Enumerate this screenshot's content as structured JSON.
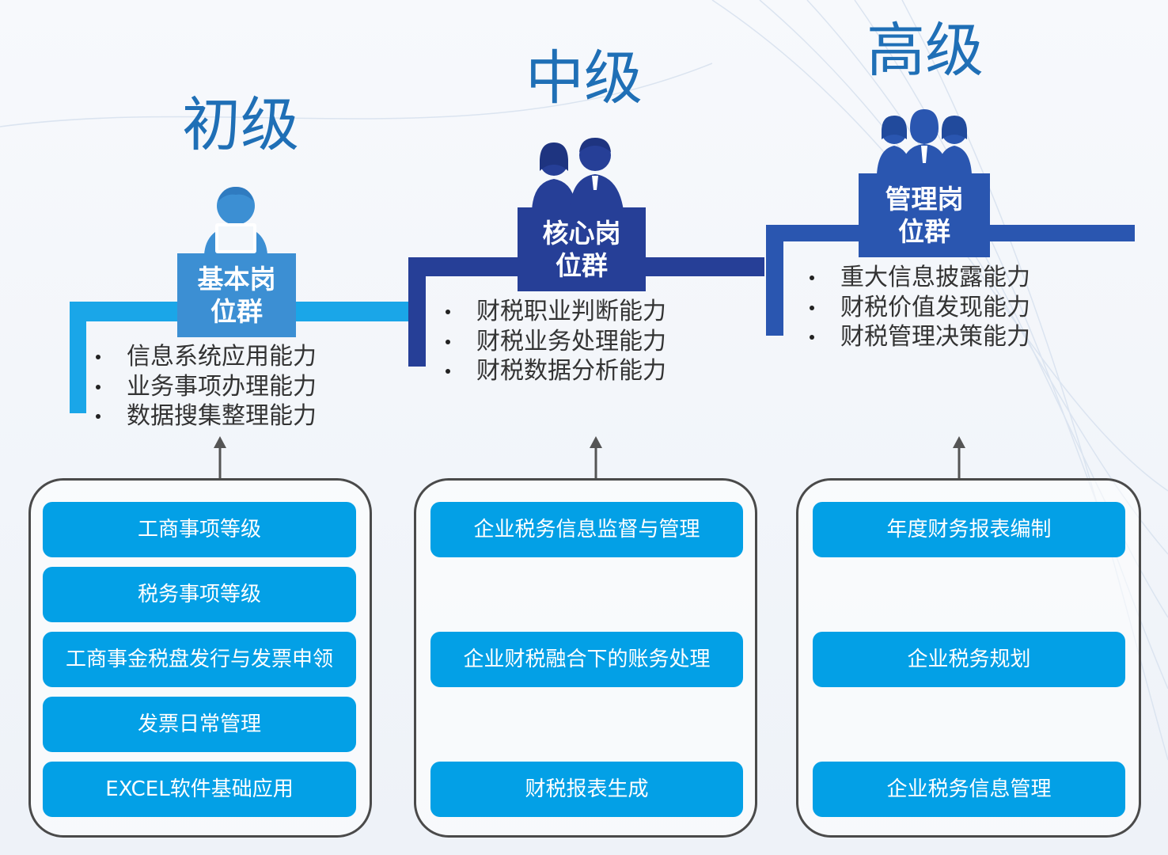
{
  "levels": [
    {
      "title": "初级",
      "group_line1": "基本岗",
      "group_line2": "位群",
      "abilities": [
        "信息系统应用能力",
        "业务事项办理能力",
        "数据搜集整理能力"
      ],
      "courses": [
        "工商事项等级",
        "税务事项等级",
        "工商事金税盘发行与发票申领",
        "发票日常管理",
        "EXCEL软件基础应用"
      ],
      "color": "#1aa6e8",
      "box_color": "#3c8fd3"
    },
    {
      "title": "中级",
      "group_line1": "核心岗",
      "group_line2": "位群",
      "abilities": [
        "财税职业判断能力",
        "财税业务处理能力",
        "财税数据分析能力"
      ],
      "courses": [
        "企业税务信息监督与管理",
        "企业财税融合下的账务处理",
        "财税报表生成"
      ],
      "color": "#263f97",
      "box_color": "#263f97"
    },
    {
      "title": "高级",
      "group_line1": "管理岗",
      "group_line2": "位群",
      "abilities": [
        "重大信息披露能力",
        "财税价值发现能力",
        "财税管理决策能力"
      ],
      "courses": [
        "年度财务报表编制",
        "企业税务规划",
        "企业税务信息管理"
      ],
      "color": "#2a56b0",
      "box_color": "#2a56b0"
    }
  ],
  "icons": [
    "person-at-laptop-icon",
    "two-people-icon",
    "three-people-icon",
    "arrow-up-icon"
  ],
  "colors": {
    "title": "#1f6fb6",
    "pill": "#03a0e6",
    "text": "#333333"
  }
}
